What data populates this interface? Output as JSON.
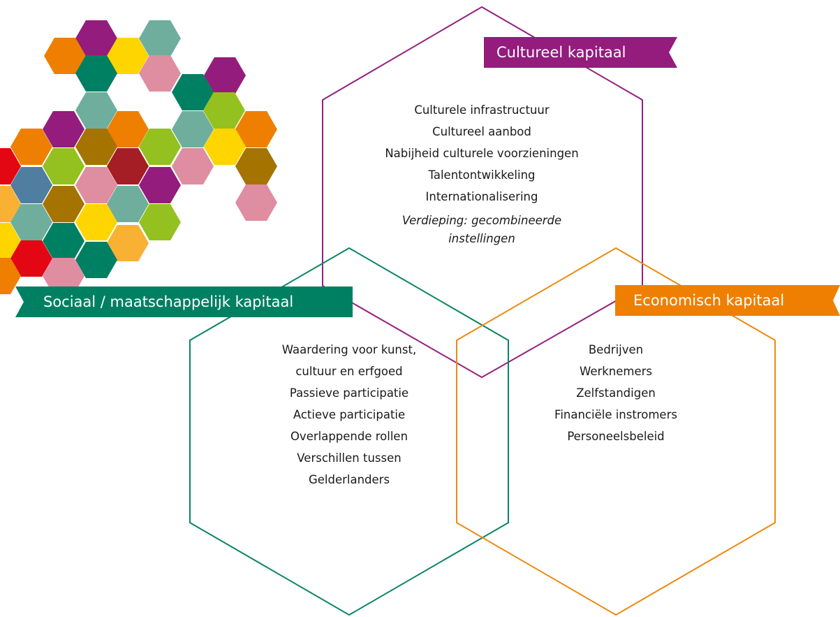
{
  "colors": {
    "cultureel": "#931c7d",
    "sociaal": "#008062",
    "economisch": "#ee7f00",
    "sociaal_line": "#0a8466",
    "economisch_line": "#ee8a10",
    "cultureel_line": "#951f80"
  },
  "cultureel": {
    "title": "Cultureel kapitaal",
    "items": [
      "Culturele infrastructuur",
      "Cultureel aanbod",
      "Nabijheid culturele voorzieningen",
      "Talentontwikkeling",
      "Internationalisering"
    ],
    "italic_note": "Verdieping: gecombineerde instellingen"
  },
  "sociaal": {
    "title": "Sociaal / maatschappelijk kapitaal",
    "items": [
      "Waardering voor kunst,",
      "cultuur en erfgoed",
      "Passieve participatie",
      "Actieve participatie",
      "Overlappende rollen",
      "Verschillen tussen",
      "Gelderlanders"
    ]
  },
  "economisch": {
    "title": "Economisch kapitaal",
    "items": [
      "Bedrijven",
      "Werknemers",
      "Zelfstandigen",
      "Financiële instromers",
      "Personeelsbeleid"
    ]
  },
  "decor_hex_colors": [
    "#931c7d",
    "#6fae9c",
    "#ee7f00",
    "#ffd500",
    "#008062",
    "#df8da0",
    "#94c11f",
    "#a47300",
    "#a51d25",
    "#4f7ea0",
    "#e30613",
    "#f8b133"
  ]
}
